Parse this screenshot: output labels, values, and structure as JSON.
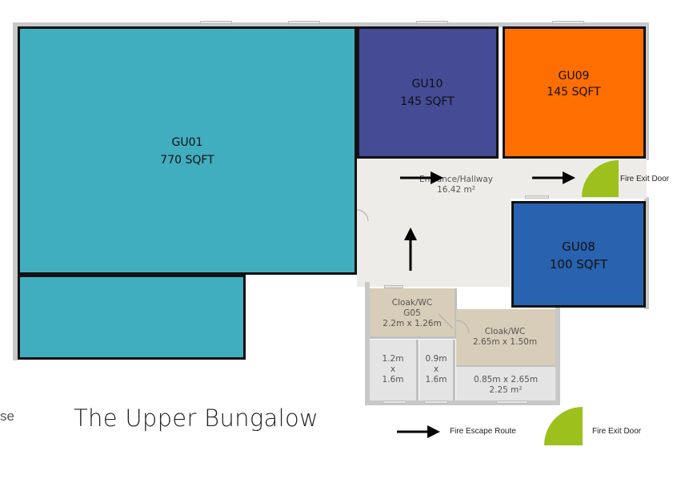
{
  "title": "The Upper Bungalow",
  "partial_text_left": "se",
  "rooms": {
    "gu01": {
      "name": "GU01",
      "area": "770 SQFT",
      "color": "#41aebf"
    },
    "gu10": {
      "name": "GU10",
      "area": "145 SQFT",
      "color": "#464b96"
    },
    "gu09": {
      "name": "GU09",
      "area": "145 SQFT",
      "color": "#ff6e00"
    },
    "gu08": {
      "name": "GU08",
      "area": "100 SQFT",
      "color": "#2962ae"
    }
  },
  "plan": {
    "hallway": {
      "name": "Entrance/Hallway",
      "area": "16.42 m²"
    },
    "cloak_g05": {
      "name": "Cloak/WC",
      "code": "G05",
      "size": "2.2m x 1.26m"
    },
    "cloak2": {
      "name": "Cloak/WC",
      "size": "2.65m x 1.50m"
    },
    "stall1": {
      "l1": "1.2m",
      "l2": "x",
      "l3": "1.6m"
    },
    "stall2": {
      "l1": "0.9m",
      "l2": "x",
      "l3": "1.6m"
    },
    "store": {
      "size": "0.85m x 2.65m",
      "area": "2.25 m²"
    },
    "fire_exit_label": "Fire Exit Door"
  },
  "legend": {
    "route_label": "Fire Escape Route",
    "door_label": "Fire Exit Door",
    "door_color": "#9dc11c"
  }
}
